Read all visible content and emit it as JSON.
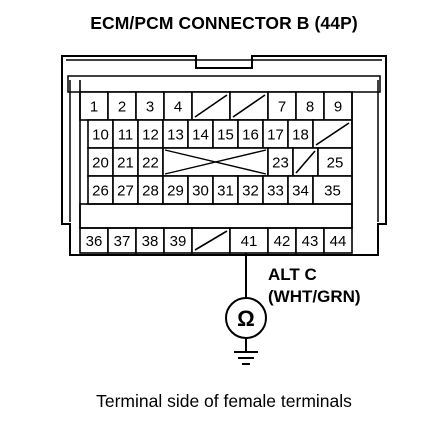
{
  "title": "ECM/PCM CONNECTOR B (44P)",
  "caption": "Terminal side of female terminals",
  "wire_label": {
    "terminal": "ALT C",
    "color": "(WHT/GRN)"
  },
  "meter_symbol": "Ω",
  "icons": [
    "ohmmeter-icon",
    "ground-icon"
  ],
  "rows": [
    {
      "cells": [
        "1",
        "2",
        "3",
        "4",
        "/",
        "/",
        "7",
        "8",
        "9"
      ]
    },
    {
      "cells": [
        "10",
        "11",
        "12",
        "13",
        "14",
        "15",
        "16",
        "17",
        "18",
        "/"
      ]
    },
    {
      "cells": [
        "20",
        "21",
        "22",
        "X",
        "23",
        "/",
        "25"
      ]
    },
    {
      "cells": [
        "26",
        "27",
        "28",
        "29",
        "30",
        "31",
        "32",
        "33",
        "34",
        "35"
      ]
    },
    {
      "cells": [
        "36",
        "37",
        "38",
        "39",
        "/",
        "41",
        "42",
        "43",
        "44"
      ]
    }
  ]
}
